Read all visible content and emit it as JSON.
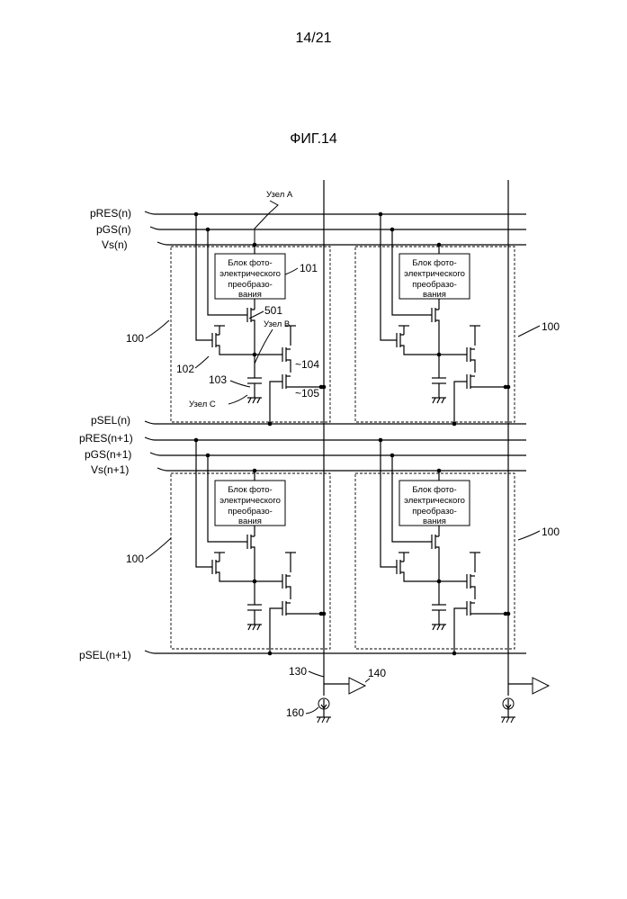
{
  "page_number": "14/21",
  "figure_title": "ФИГ.14",
  "signals": {
    "pres_n": "pRES(n)",
    "pgs_n": "pGS(n)",
    "vs_n": "Vs(n)",
    "psel_n": "pSEL(n)",
    "pres_n1": "pRES(n+1)",
    "pgs_n1": "pGS(n+1)",
    "vs_n1": "Vs(n+1)",
    "psel_n1": "pSEL(n+1)"
  },
  "nodes": {
    "node_a": "Узел А",
    "node_b": "Узел В",
    "node_c": "Узел С"
  },
  "block": {
    "line1": "Блок фото-",
    "line2": "электрического",
    "line3": "преобразо-",
    "line4": "вания"
  },
  "refs": {
    "r100": "100",
    "r101": "101",
    "r102": "102",
    "r103": "103",
    "r104": "~104",
    "r105": "~105",
    "r501": "501",
    "r130": "130",
    "r140": "140",
    "r160": "160"
  }
}
